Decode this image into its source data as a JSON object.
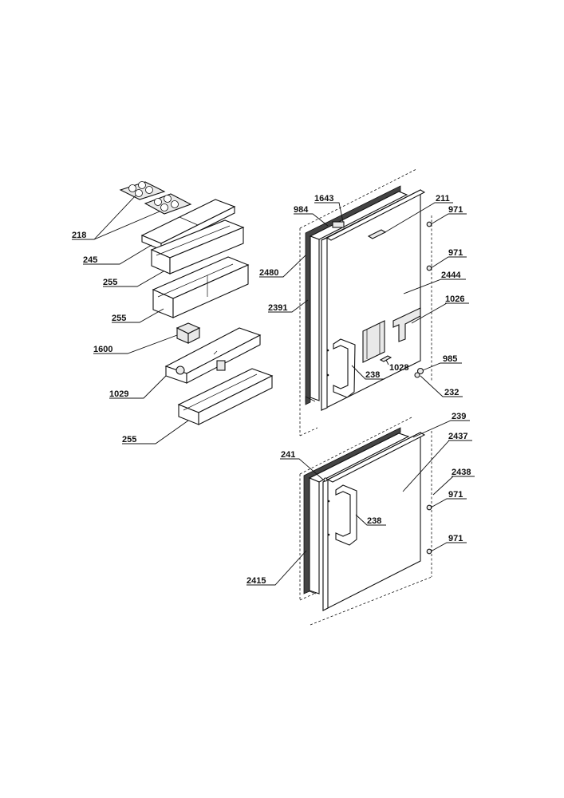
{
  "labels": {
    "l218": "218",
    "l245": "245",
    "l255a": "255",
    "l255b": "255",
    "l1600": "1600",
    "l1029": "1029",
    "l255c": "255",
    "l1643": "1643",
    "l211": "211",
    "l984": "984",
    "l971a": "971",
    "l971b": "971",
    "l2480": "2480",
    "l2444": "2444",
    "l2391": "2391",
    "l1026": "1026",
    "l985": "985",
    "l1028": "1028",
    "l238a": "238",
    "l232": "232",
    "l239": "239",
    "l2437": "2437",
    "l241": "241",
    "l2438": "2438",
    "l971c": "971",
    "l238b": "238",
    "l971d": "971",
    "l2415": "2415"
  }
}
